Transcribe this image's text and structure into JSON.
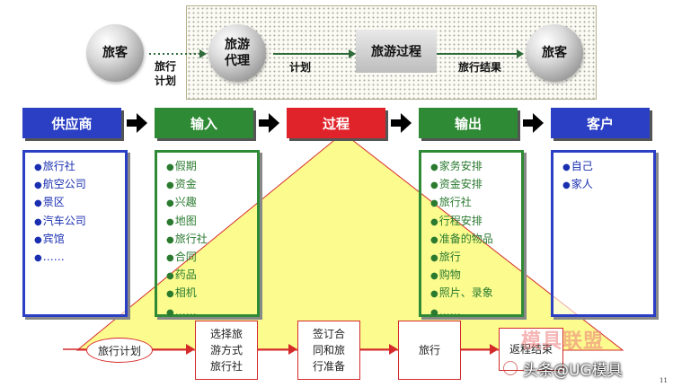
{
  "top_flow": {
    "traveler_left": "旅客",
    "agent": "旅游\n代理",
    "process": "旅游过程",
    "traveler_right": "旅客",
    "label_plan_v1": "旅行",
    "label_plan_v2": "计划",
    "label_plan": "计划",
    "label_result": "旅行结果"
  },
  "columns": [
    {
      "header": "供应商",
      "items": [
        "旅行社",
        "航空公司",
        "景区",
        "汽车公司",
        "宾馆",
        "……"
      ]
    },
    {
      "header": "输入",
      "items": [
        "假期",
        "资金",
        "兴趣",
        "地图",
        "旅行社",
        "合同",
        "药品",
        "相机",
        "……"
      ]
    },
    {
      "header": "过程"
    },
    {
      "header": "输出",
      "items": [
        "家务安排",
        "资金安排",
        "旅行社",
        "行程安排",
        "准备的物品",
        "旅行",
        "购物",
        "照片、录象",
        "……"
      ]
    },
    {
      "header": "客户",
      "items": [
        "自己",
        "家人"
      ]
    }
  ],
  "bottom_flow": {
    "oval": "旅行计划",
    "step1": "选择旅\n游方式\n旅行社",
    "step2": "签订合\n同和旅\n行准备",
    "step3": "旅行",
    "step4": "返程结束"
  },
  "watermark": {
    "logo": "模具联盟",
    "credit": "头条@UG模具",
    "page_mark": "11"
  },
  "colors": {
    "blue": "#2a3fc4",
    "green": "#2f8a35",
    "red": "#e0232a",
    "triangle_fill": "#fbfb8e"
  }
}
